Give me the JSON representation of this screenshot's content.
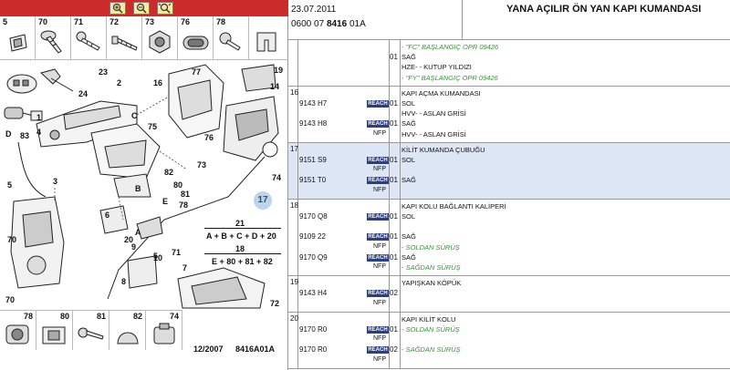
{
  "toolbar": {
    "buttons": [
      {
        "name": "zoom-in-button",
        "icon": "magnifier-plus-icon"
      },
      {
        "name": "zoom-out-button",
        "icon": "magnifier-minus-icon"
      },
      {
        "name": "zoom-fit-button",
        "icon": "magnifier-arrows-icon"
      }
    ],
    "accent": "#cc2b2b"
  },
  "top_thumbs": [
    "5",
    "70",
    "71",
    "72",
    "73",
    "76",
    "78"
  ],
  "bottom_thumbs": [
    "78",
    "80",
    "81",
    "82",
    "74"
  ],
  "diagram": {
    "callouts": [
      "23",
      "24",
      "1",
      "2",
      "3",
      "4",
      "5",
      "5",
      "6",
      "7",
      "8",
      "9",
      "10",
      "14",
      "16",
      "19",
      "20",
      "21",
      "70",
      "70",
      "71",
      "72",
      "73",
      "74",
      "75",
      "76",
      "77",
      "78",
      "80",
      "81",
      "82",
      "83",
      "C",
      "D",
      "A",
      "B",
      "E"
    ],
    "blue_callout": "17",
    "formula_top_num": "21",
    "formula_top": "A + B + C + D + 20",
    "formula_bottom_num": "18",
    "formula_bottom": "E + 80 + 81 + 82",
    "footer_date": "12/2007",
    "footer_code": "8416A01A"
  },
  "header": {
    "date": "23.07.2011",
    "code_prefix": "0600 07 ",
    "code_bold": "8416",
    "code_suffix": " 01A",
    "title": "YANA AÇILIR ÖN YAN KAPI KUMANDASI"
  },
  "table": {
    "accent_reach": "#2b3f86",
    "note_color": "#2f9a2f",
    "rows": [
      {
        "num": "",
        "lines": [
          {
            "ref": "",
            "reach": false,
            "nfp": false,
            "qty": "",
            "text": "- \"FC\" BAŞLANGIÇ OPR 09426",
            "green": true
          },
          {
            "ref": "",
            "reach": false,
            "nfp": false,
            "qty": "01",
            "text": "SAĞ",
            "green": false
          },
          {
            "ref": "",
            "reach": false,
            "nfp": false,
            "qty": "",
            "text": "HZE- - KUTUP YILDIZI",
            "green": false
          },
          {
            "ref": "",
            "reach": false,
            "nfp": false,
            "qty": "",
            "text": "- \"FY\" BAŞLANGIÇ OPR 09426",
            "green": true
          }
        ]
      },
      {
        "num": "16",
        "lines": [
          {
            "ref": "",
            "reach": false,
            "nfp": false,
            "qty": "",
            "text": "KAPI AÇMA KUMANDASI",
            "green": false
          },
          {
            "ref": "9143 H7",
            "reach": true,
            "nfp": false,
            "qty": "01",
            "text": "SOL",
            "green": false
          },
          {
            "ref": "",
            "reach": false,
            "nfp": false,
            "qty": "",
            "text": "HVV- - ASLAN GRİSİ",
            "green": false
          },
          {
            "ref": "9143 H8",
            "reach": true,
            "nfp": false,
            "qty": "01",
            "text": "SAĞ",
            "green": false
          },
          {
            "ref": "",
            "reach": false,
            "nfp": true,
            "qty": "",
            "text": "HVV- - ASLAN GRİSİ",
            "green": false
          }
        ]
      },
      {
        "num": "17",
        "lines": [
          {
            "ref": "",
            "reach": false,
            "nfp": false,
            "qty": "",
            "text": "KİLİT KUMANDA ÇUBUĞU",
            "green": false
          },
          {
            "ref": "9151 S9",
            "reach": true,
            "nfp": false,
            "qty": "01",
            "text": "SOL",
            "green": false
          },
          {
            "ref": "",
            "reach": false,
            "nfp": true,
            "qty": "",
            "text": "",
            "green": false
          },
          {
            "ref": "9151 T0",
            "reach": true,
            "nfp": false,
            "qty": "01",
            "text": "SAĞ",
            "green": false
          },
          {
            "ref": "",
            "reach": false,
            "nfp": true,
            "qty": "",
            "text": "",
            "green": false
          }
        ]
      },
      {
        "num": "18",
        "lines": [
          {
            "ref": "",
            "reach": false,
            "nfp": false,
            "qty": "",
            "text": "KAPI KOLU BAĞLANTI KALİPERİ",
            "green": false
          },
          {
            "ref": "9170 Q8",
            "reach": true,
            "nfp": false,
            "qty": "01",
            "text": "SOL",
            "green": false
          },
          {
            "ref": "",
            "reach": false,
            "nfp": false,
            "qty": "",
            "text": "",
            "green": false
          },
          {
            "ref": "9109 22",
            "reach": true,
            "nfp": false,
            "qty": "01",
            "text": "SAĞ",
            "green": false
          },
          {
            "ref": "",
            "reach": false,
            "nfp": true,
            "qty": "",
            "text": "- SOLDAN SÜRÜŞ",
            "green": true
          },
          {
            "ref": "9170 Q9",
            "reach": true,
            "nfp": false,
            "qty": "01",
            "text": "SAĞ",
            "green": false
          },
          {
            "ref": "",
            "reach": false,
            "nfp": true,
            "qty": "",
            "text": "- SAĞDAN SÜRÜŞ",
            "green": true
          }
        ]
      },
      {
        "num": "19",
        "lines": [
          {
            "ref": "",
            "reach": false,
            "nfp": false,
            "qty": "",
            "text": "YAPIŞKAN KÖPÜK",
            "green": false
          },
          {
            "ref": "9143 H4",
            "reach": true,
            "nfp": false,
            "qty": "02",
            "text": "",
            "green": false
          },
          {
            "ref": "",
            "reach": false,
            "nfp": true,
            "qty": "",
            "text": "",
            "green": false
          }
        ]
      },
      {
        "num": "20",
        "lines": [
          {
            "ref": "",
            "reach": false,
            "nfp": false,
            "qty": "",
            "text": "KAPI KİLİT KOLU",
            "green": false
          },
          {
            "ref": "9170 R0",
            "reach": true,
            "nfp": false,
            "qty": "01",
            "text": "- SOLDAN SÜRÜŞ",
            "green": true
          },
          {
            "ref": "",
            "reach": false,
            "nfp": true,
            "qty": "",
            "text": "",
            "green": false
          },
          {
            "ref": "9170 R0",
            "reach": true,
            "nfp": false,
            "qty": "02",
            "text": "- SAĞDAN SÜRÜŞ",
            "green": true
          },
          {
            "ref": "",
            "reach": false,
            "nfp": true,
            "qty": "",
            "text": "",
            "green": false
          }
        ]
      }
    ],
    "highlight_row": "17"
  }
}
